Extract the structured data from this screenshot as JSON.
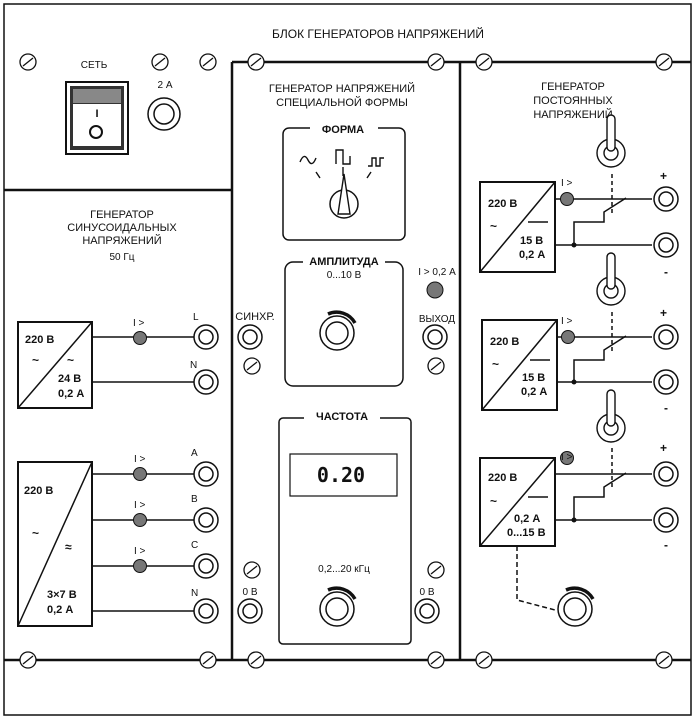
{
  "title": "БЛОК ГЕНЕРАТОРОВ НАПРЯЖЕНИЙ",
  "power": {
    "label": "СЕТЬ",
    "fuse": "2 А",
    "switch_on": "I",
    "switch_off": "O"
  },
  "sine_gen": {
    "title": [
      "ГЕНЕРАТОР",
      "СИНУСОИДАЛЬНЫХ",
      "НАПРЯЖЕНИЙ",
      "50 Гц"
    ],
    "single": {
      "in": "220 В",
      "out1": "24 В",
      "out2": "0,2 А",
      "limit": "I >",
      "terminals": [
        "L",
        "N"
      ]
    },
    "three": {
      "in": "220 В",
      "out1": "3×7 В",
      "out2": "0,2 А",
      "limits": [
        "I >",
        "I >",
        "I >"
      ],
      "terminals": [
        "A",
        "B",
        "C",
        "N"
      ]
    }
  },
  "special_gen": {
    "title": [
      "ГЕНЕРАТОР НАПРЯЖЕНИЙ",
      "СПЕЦИАЛЬНОЙ ФОРМЫ"
    ],
    "form_label": "ФОРМА",
    "amplitude_label": "АМПЛИТУДА",
    "amplitude_range": "0...10 В",
    "overload": "I > 0,2 А",
    "sync": "СИНХР.",
    "output": "ВЫХОД",
    "freq_label": "ЧАСТОТА",
    "freq_display": "0.20",
    "freq_range": "0,2...20   кГц",
    "ground_left": "0 В",
    "ground_right": "0 В"
  },
  "dc_gen": {
    "title": [
      "ГЕНЕРАТОР",
      "ПОСТОЯННЫХ",
      "НАПРЯЖЕНИЙ"
    ],
    "units": [
      {
        "in": "220 В",
        "v": "15 В",
        "a": "0,2 А",
        "limit": "I >",
        "plus": "+",
        "minus": "-"
      },
      {
        "in": "220 В",
        "v": "15 В",
        "a": "0,2 А",
        "limit": "I >",
        "plus": "+",
        "minus": "-"
      },
      {
        "in": "220 В",
        "v": "0,2 А",
        "a": "0...15 В",
        "limit": "I >",
        "plus": "+",
        "minus": "-"
      }
    ]
  }
}
